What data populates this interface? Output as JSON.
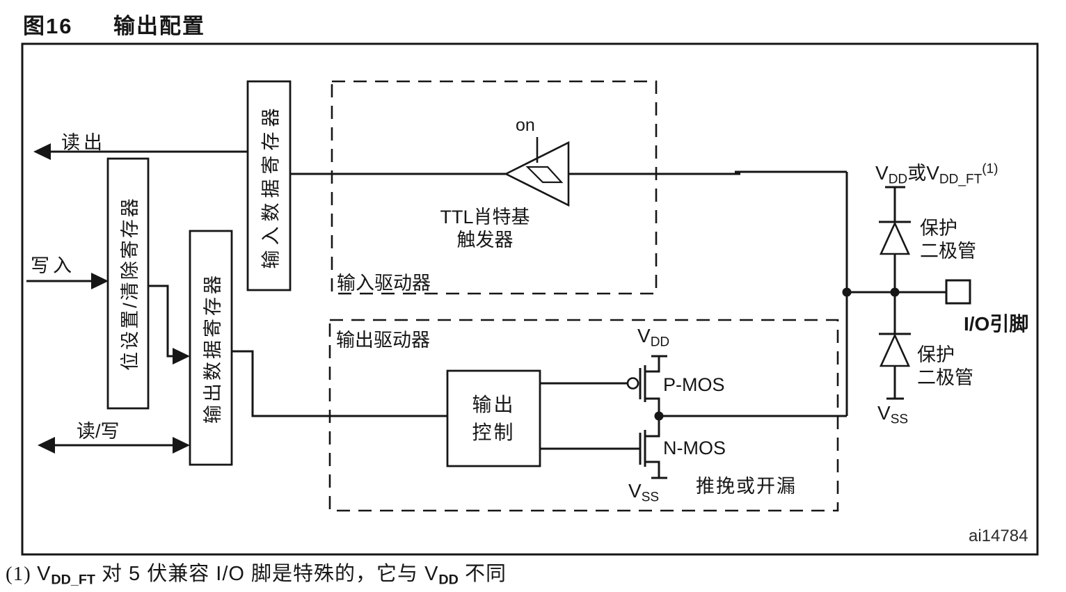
{
  "title": {
    "fig": "图16",
    "text": "输出配置"
  },
  "signals": {
    "read_out": "读出",
    "write": "写入",
    "read_write": "读/写"
  },
  "registers": {
    "bit_set_clear": "位设置/清除寄存器",
    "output_data": "输出数据寄存器",
    "input_data": "输入数据寄存器"
  },
  "input_driver": {
    "label": "输入驱动器",
    "on": "on",
    "schmitt_line1": "TTL肖特基",
    "schmitt_line2": "触发器"
  },
  "output_driver": {
    "label": "输出驱动器",
    "control_line1": "输出",
    "control_line2": "控制",
    "pmos": "P-MOS",
    "nmos": "N-MOS",
    "push_pull": "推挽或开漏",
    "vdd": {
      "main": "V",
      "sub": "DD"
    },
    "vss": {
      "main": "V",
      "sub": "SS"
    }
  },
  "pad": {
    "vdd_label": {
      "v1": "V",
      "s1": "DD",
      "or": "或",
      "v2": "V",
      "s2": "DD_FT",
      "sup": "(1)"
    },
    "diode_top_line1": "保护",
    "diode_top_line2": "二极管",
    "diode_bottom_line1": "保护",
    "diode_bottom_line2": "二极管",
    "vss": {
      "main": "V",
      "sub": "SS"
    },
    "io_pin": "I/O引脚"
  },
  "watermark": "ai14784",
  "footnote": {
    "ref": "(1) ",
    "v1": "V",
    "s1": "DD_FT",
    "mid": " 对 5 伏兼容 I/O 脚是特殊的，它与 V",
    "s2": "DD",
    "post": " 不同"
  },
  "colors": {
    "ink": "#161616",
    "background": "#ffffff"
  }
}
